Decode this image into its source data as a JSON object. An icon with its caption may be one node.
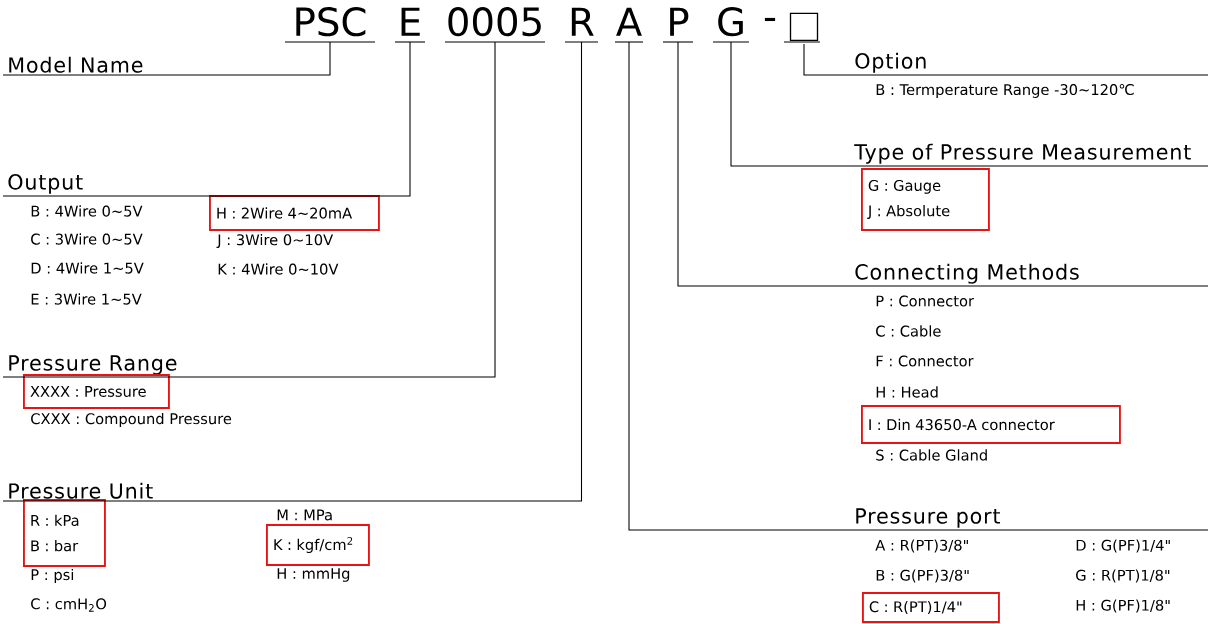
{
  "diagram": {
    "nodes": [
      {
        "text": [
          "PSC"
        ]
      },
      {
        "text": [
          "E"
        ]
      },
      {
        "text": [
          "0005"
        ]
      },
      {
        "text": [
          "R"
        ]
      },
      {
        "text": [
          "A"
        ]
      },
      {
        "text": [
          "P"
        ]
      },
      {
        "text": [
          "G"
        ]
      },
      {
        "text": [],
        "shape": "box"
      },
      {
        "text": [
          "Model Name"
        ]
      },
      {
        "text": [
          "Output"
        ]
      },
      {
        "text": [
          "Pressure Range"
        ]
      },
      {
        "text": [
          "Pressure Unit"
        ]
      },
      {
        "text": [
          "Option"
        ]
      },
      {
        "text": [
          "Type of Pressure Measurement"
        ]
      },
      {
        "text": [
          "Connecting Methods"
        ]
      },
      {
        "text": [
          "Pressure port"
        ]
      },
      {
        "text": [
          "H : 2Wire 4~20mA"
        ]
      },
      {
        "text": [
          "XXXX : Pressure"
        ]
      },
      {
        "text": [
          "R : kPa",
          "B : bar"
        ]
      },
      {
        "text": [
          "K : kgf/cm$^{2}$"
        ]
      },
      {
        "text": [
          "G : Gauge",
          "J : Absolute"
        ]
      },
      {
        "text": [
          "I : Din 43650-A connector"
        ]
      },
      {
        "text": [
          "C : R(PT)1/4\""
        ]
      }
    ],
    "edges": [
      {
        "from": 0,
        "to": 8,
        "arrow": "none"
      },
      {
        "from": 1,
        "to": 9,
        "arrow": "none"
      },
      {
        "from": 2,
        "to": 10,
        "arrow": "none"
      },
      {
        "from": 3,
        "to": 11,
        "arrow": "none"
      },
      {
        "from": 7,
        "to": 12,
        "arrow": "none"
      },
      {
        "from": 6,
        "to": 13,
        "arrow": "none"
      },
      {
        "from": 5,
        "to": 14,
        "arrow": "none"
      },
      {
        "from": 4,
        "to": 15,
        "arrow": "none"
      }
    ],
    "labels": [
      "-",
      "B : Termperature Range -30~120℃",
      "B : 4Wire 0~5V",
      "C : 3Wire 0~5V",
      "J : 3Wire 0~10V",
      "D : 4Wire 1~5V",
      "K : 4Wire 0~10V",
      "E : 3Wire 1~5V",
      "P : Connector",
      "C : Cable",
      "F : Connector",
      "H : Head",
      "S : Cable Gland",
      "CXXX : Compound Pressure",
      "M : MPa",
      "A : R(PT)3/8\"",
      "D : G(PF)1/4\"",
      "G : R(PT)1/8\"",
      "B : G(PF)3/8\"",
      "P : psi",
      "H : mmHg",
      "H : G(PF)1/8\"",
      "C : cmH$_{2}$O"
    ]
  }
}
